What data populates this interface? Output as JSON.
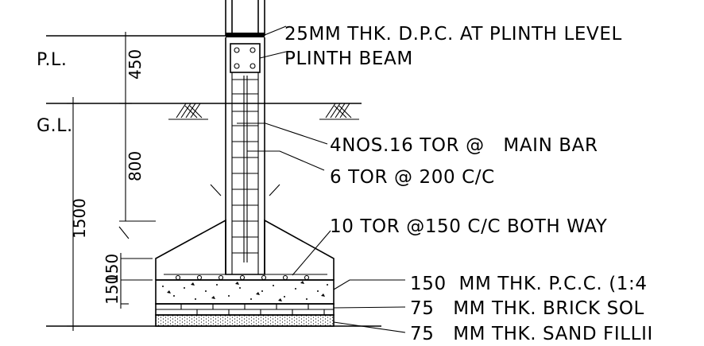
{
  "levels": {
    "plinth_level": "P.L.",
    "ground_level": "G.L."
  },
  "dimensions": {
    "plinth_height": "450",
    "depth_below_gl": "800",
    "total_depth": "1500",
    "pcc_thickness": "150",
    "footing_thickness": "150"
  },
  "annotations": {
    "dpc": "25MM THK. D.P.C. AT PLINTH LEVEL",
    "plinth_beam": "PLINTH BEAM",
    "main_bar": "4NOS.16 TOR @   MAIN BAR",
    "stirrups": "6 TOR @ 200 C/C",
    "footing_bars": "10 TOR @150 C/C BOTH WAY",
    "pcc": "150  MM THK. P.C.C. (1:4",
    "brick_soling": "75   MM THK. BRICK SOL",
    "sand_filling": "75   MM THK. SAND FILLII"
  },
  "colors": {
    "line": "#000000",
    "background": "#ffffff"
  }
}
